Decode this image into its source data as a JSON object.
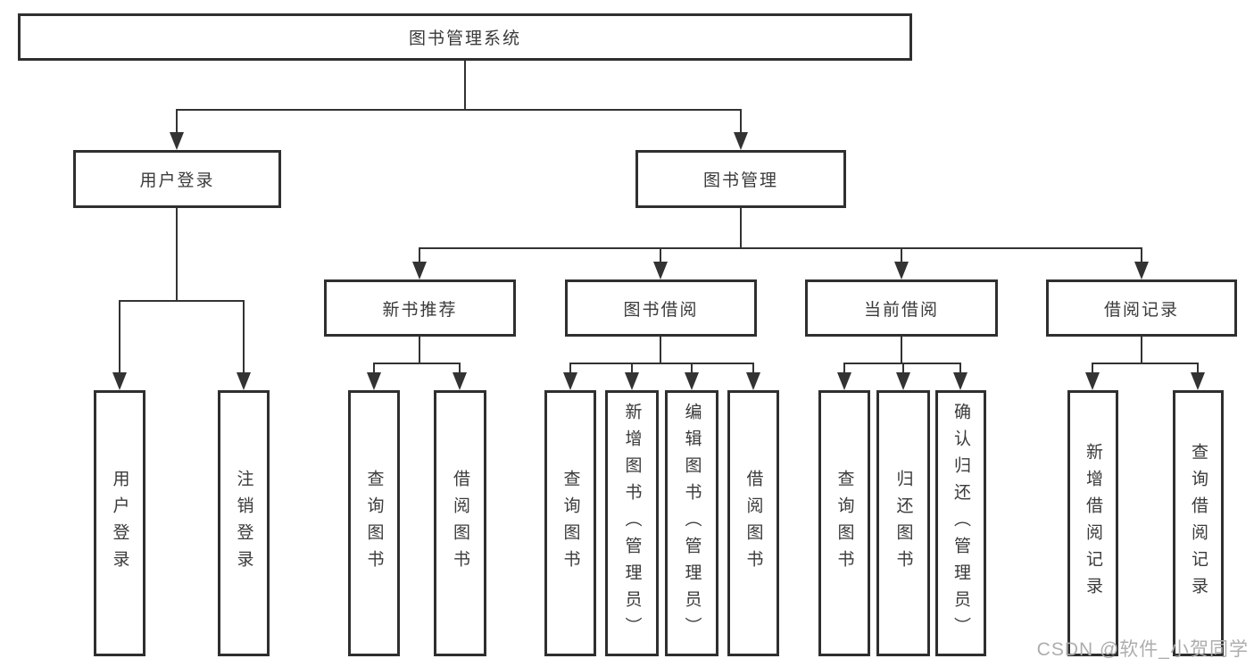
{
  "nodes": {
    "root": {
      "label": "图书管理系统"
    },
    "user_login": {
      "label": "用户登录"
    },
    "book_mgmt": {
      "label": "图书管理"
    },
    "new_book_rec": {
      "label": "新书推荐"
    },
    "book_borrow": {
      "label": "图书借阅"
    },
    "current_borrow": {
      "label": "当前借阅"
    },
    "borrow_records": {
      "label": "借阅记录"
    },
    "leaf_user_login": {
      "label": "用户登录"
    },
    "leaf_logout": {
      "label": "注销登录"
    },
    "leaf_rec_query_book": {
      "label": "查询图书"
    },
    "leaf_rec_borrow_book": {
      "label": "借阅图书"
    },
    "leaf_bb_query_book": {
      "label": "查询图书"
    },
    "leaf_bb_add_book": {
      "label": "新增图书（管理员）"
    },
    "leaf_bb_edit_book": {
      "label": "编辑图书（管理员）"
    },
    "leaf_bb_borrow_book": {
      "label": "借阅图书"
    },
    "leaf_cb_query_book": {
      "label": "查询图书"
    },
    "leaf_cb_return_book": {
      "label": "归还图书"
    },
    "leaf_cb_confirm_return": {
      "label": "确认归还（管理员）"
    },
    "leaf_br_add_record": {
      "label": "新增借阅记录"
    },
    "leaf_br_query_record": {
      "label": "查询借阅记录"
    }
  },
  "hierarchy": {
    "图书管理系统": {
      "用户登录": [
        "用户登录",
        "注销登录"
      ],
      "图书管理": {
        "新书推荐": [
          "查询图书",
          "借阅图书"
        ],
        "图书借阅": [
          "查询图书",
          "新增图书（管理员）",
          "编辑图书（管理员）",
          "借阅图书"
        ],
        "当前借阅": [
          "查询图书",
          "归还图书",
          "确认归还（管理员）"
        ],
        "借阅记录": [
          "新增借阅记录",
          "查询借阅记录"
        ]
      }
    }
  },
  "watermark": "CSDN @软件_小贺同学",
  "colors": {
    "line": "#333333",
    "box_border": "#2f2f2f",
    "box_fill": "#ffffff",
    "text": "#3a3a3a",
    "watermark": "#adadad",
    "background": "#ffffff"
  }
}
